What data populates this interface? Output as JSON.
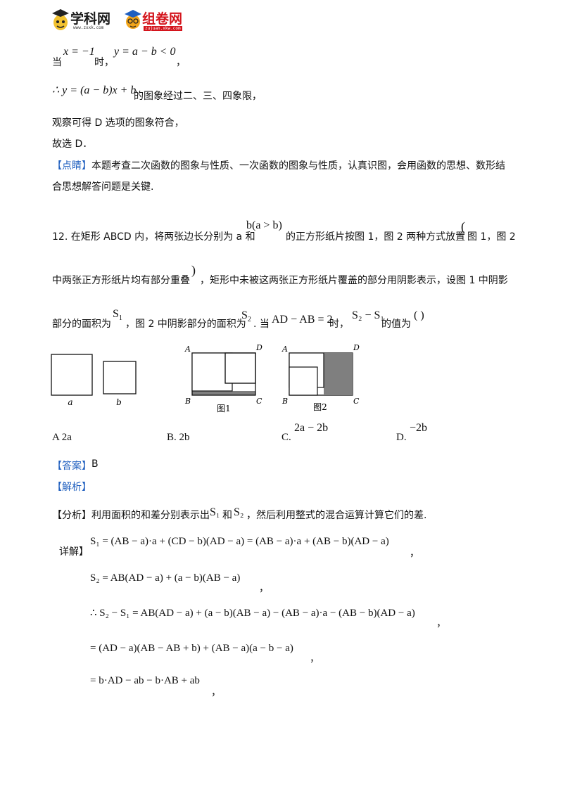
{
  "header": {
    "logo1_title": "学科网",
    "logo1_url": "www.zxxk.com",
    "logo2_title": "组卷网",
    "logo2_url": "zujuan.xkw.com"
  },
  "prev": {
    "l1_a": "当",
    "l1_m1": "x = −1",
    "l1_b": "时，",
    "l1_m2": "y = a − b < 0",
    "l1_c": "，",
    "l2_m": "∴ y = (a − b)x + b",
    "l2_t": "的图象经过二、三、四象限，",
    "l3": "观察可得 D 选项的图象符合，",
    "l4": "故选 D．",
    "dianjing_tag": "【点睛】",
    "dianjing_1": "本题考查二次函数的图象与性质、一次函数的图象与性质，认真识图，会用函数的思想、数形结",
    "dianjing_2": "合思想解答问题是关键."
  },
  "q12": {
    "l1_a": "12. 在矩形 ABCD 内，将两张边长分别为 a 和",
    "l1_m": "b(a > b)",
    "l1_b": "的正方形纸片按图 1，图 2 两种方式放置",
    "l1_paren": "(",
    "l1_c": "图 1，图 2",
    "l2_a": "中两张正方形纸片均有部分重叠",
    "l2_paren": ")",
    "l2_b": "，矩形中未被这两张正方形纸片覆盖的部分用阴影表示，设图 1 中阴影",
    "l3_a": "部分的面积为",
    "l3_s1": "S",
    "l3_s1_sub": "1",
    "l3_b": "，图 2 中阴影部分的面积为",
    "l3_s2": "S",
    "l3_s2_sub": "2",
    "l3_c": ". 当",
    "l3_m": "AD − AB = 2",
    "l3_d": "时，",
    "l3_m2": "S₂ − S₁",
    "l3_e": "的值为",
    "l3_blank": "(        )"
  },
  "figures": {
    "label_a": "a",
    "label_b": "b",
    "fig1": {
      "A": "A",
      "B": "B",
      "C": "C",
      "D": "D",
      "caption": "图1"
    },
    "fig2": {
      "A": "A",
      "B": "B",
      "C": "C",
      "D": "D",
      "caption": "图2"
    },
    "shade_color": "#7f7f7f"
  },
  "options": {
    "A": "A  2a",
    "B": "B. 2b",
    "C_label": "C.",
    "C_val": "2a − 2b",
    "D_label": "D.",
    "D_val": "−2b"
  },
  "answer": {
    "tag": "【答案】",
    "value": "B",
    "jiexi_tag": "【解析】"
  },
  "analysis": {
    "tag": "【分析】",
    "t1": "利用面积的和差分别表示出",
    "s1": "S₁",
    "t2": "和",
    "s2": "S₂",
    "t3": "，然后利用整式的混合运算计算它们的差."
  },
  "detail": {
    "label": "详解】",
    "e1": "S₁ = (AB − a)·a + (CD − b)(AD − a) = (AB − a)·a + (AB − b)(AD − a)",
    "e2": "S₂ = AB(AD − a) + (a − b)(AB − a)",
    "e3": "∴ S₂ − S₁ = AB(AD − a) + (a − b)(AB − a) − (AB − a)·a − (AB − b)(AD − a)",
    "e4": "= (AD − a)(AB − AB + b) + (AB − a)(a − b − a)",
    "e5": "= b·AD − ab − b·AB + ab",
    "comma": "，"
  }
}
